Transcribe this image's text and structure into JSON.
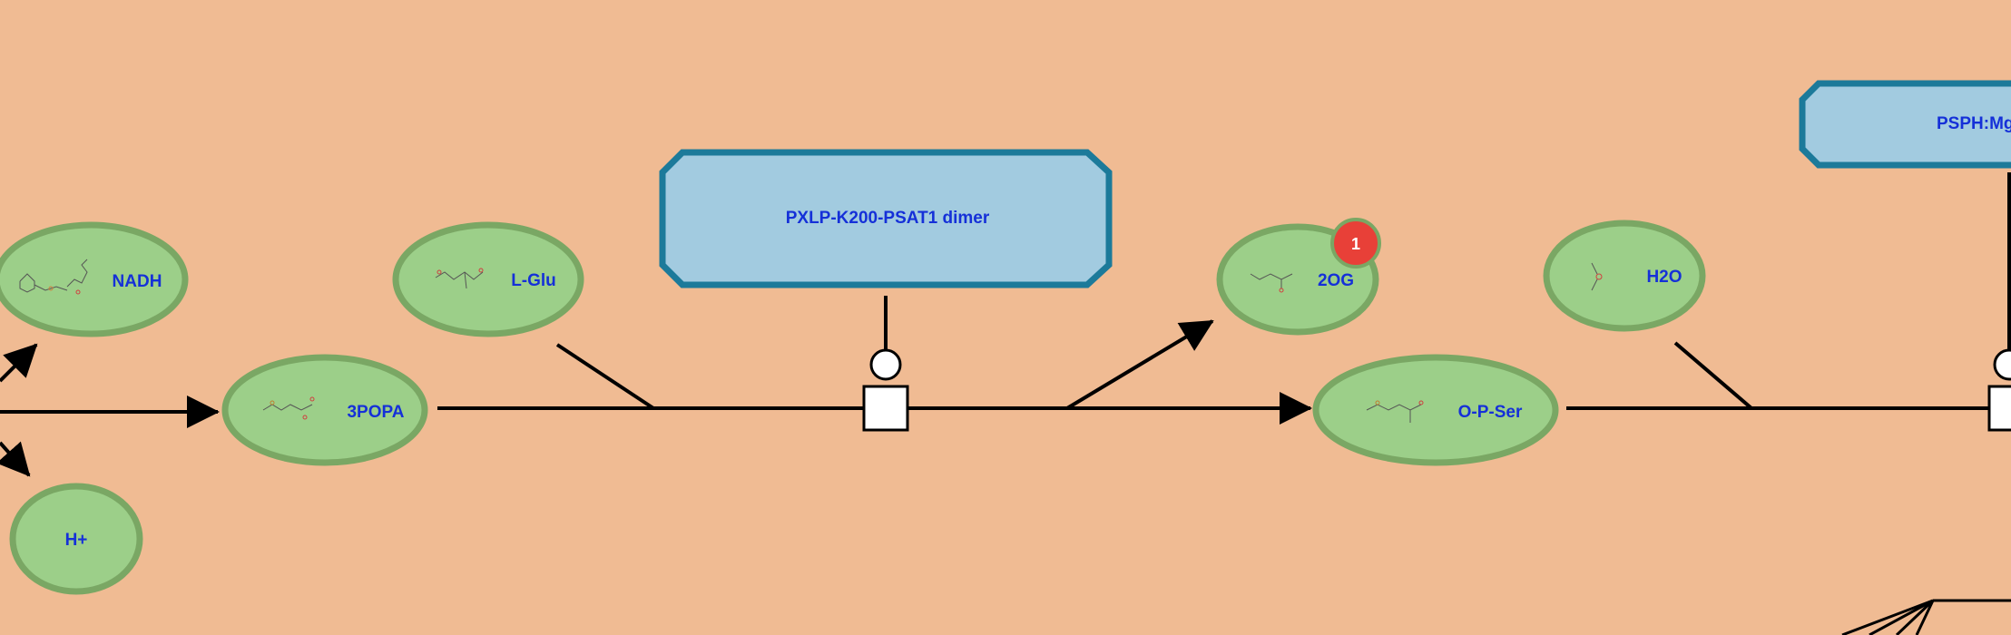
{
  "colors": {
    "background": "#f0bb93",
    "molecule_fill": "#9ccf89",
    "molecule_stroke": "#7aa764",
    "complex_fill": "#a2cbe0",
    "complex_stroke": "#1c7a9a",
    "label": "#1530d8",
    "badge": "#e84038"
  },
  "nodes": {
    "nadh": {
      "label": "NADH",
      "kind": "small-molecule"
    },
    "h_plus": {
      "label": "H+",
      "kind": "small-molecule"
    },
    "three_popa": {
      "label": "3POPA",
      "kind": "small-molecule"
    },
    "l_glu": {
      "label": "L-Glu",
      "kind": "small-molecule"
    },
    "psat1_complex": {
      "label": "PXLP-K200-PSAT1 dimer",
      "kind": "complex"
    },
    "two_og": {
      "label": "2OG",
      "kind": "small-molecule",
      "badge": "1"
    },
    "o_p_ser": {
      "label": "O-P-Ser",
      "kind": "small-molecule"
    },
    "h2o": {
      "label": "H2O",
      "kind": "small-molecule"
    },
    "psph_complex": {
      "label": "PSPH:Mg",
      "kind": "complex"
    }
  }
}
